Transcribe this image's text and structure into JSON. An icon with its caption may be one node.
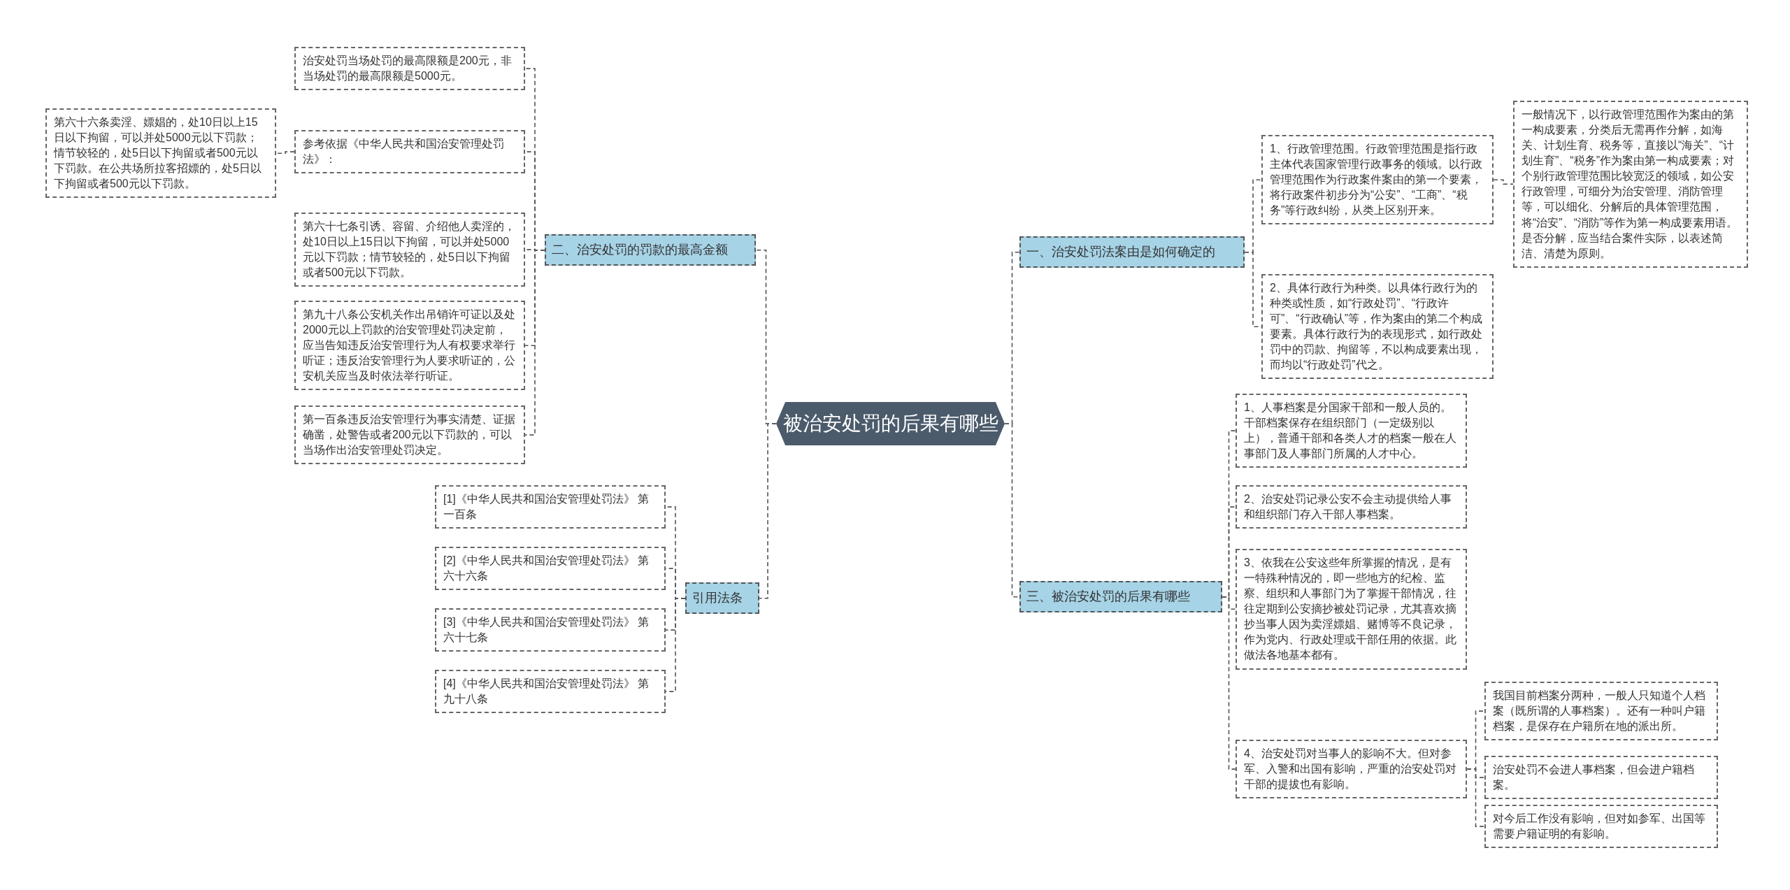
{
  "diagram": {
    "nodes": [
      {
        "text": [
          "被治安处罚的后果有哪些"
        ]
      },
      {
        "text": [
          "一、治安处罚法案由是如何确定的"
        ]
      },
      {
        "text": [
          "1、行政管理范围。行政管理范围是指行政主体代表国家管理行政事务的领域。以行政管理范围作为行政案件案由的第一个要素，将行政案件初步分为“公安”、“工商”、“税务”等行政纠纷，从类上区别开来。"
        ]
      },
      {
        "text": [
          "一般情况下，以行政管理范围作为案由的第一构成要素，分类后无需再作分解，如海关、计划生育、税务等，直接以“海关”、“计划生育”、“税务”作为案由第一构成要素；对个别行政管理范围比较宽泛的领域，如公安行政管理，可细分为治安管理、消防管理等，可以细化、分解后的具体管理范围，将“治安”、“消防”等作为第一构成要素用语。是否分解，应当结合案件实际，以表述简洁、清楚为原则。"
        ]
      },
      {
        "text": [
          "2、具体行政行为种类。以具体行政行为的种类或性质，如“行政处罚”、“行政许可”、“行政确认”等，作为案由的第二个构成要素。具体行政行为的表现形式，如行政处罚中的罚款、拘留等，不以构成要素出现，而均以“行政处罚”代之。"
        ]
      },
      {
        "text": [
          "三、被治安处罚的后果有哪些"
        ]
      },
      {
        "text": [
          "1、人事档案是分国家干部和一般人员的。干部档案保存在组织部门（一定级别以上），普通干部和各类人才的档案一般在人事部门及人事部门所属的人才中心。"
        ]
      },
      {
        "text": [
          "2、治安处罚记录公安不会主动提供给人事和组织部门存入干部人事档案。"
        ]
      },
      {
        "text": [
          "3、依我在公安这些年所掌握的情况，是有一特殊种情况的，即一些地方的纪检、监察、组织和人事部门为了掌握干部情况，往往定期到公安摘抄被处罚记录，尤其喜欢摘抄当事人因为卖淫嫖娼、赌博等不良记录，作为党内、行政处理或干部任用的依据。此做法各地基本都有。"
        ]
      },
      {
        "text": [
          "4、治安处罚对当事人的影响不大。但对参军、入警和出国有影响，严重的治安处罚对干部的提拔也有影响。"
        ]
      },
      {
        "text": [
          "我国目前档案分两种，一般人只知道个人档案（既所谓的人事档案）。还有一种叫户籍档案，是保存在户籍所在地的派出所。"
        ]
      },
      {
        "text": [
          "治安处罚不会进人事档案，但会进户籍档案。"
        ]
      },
      {
        "text": [
          "对今后工作没有影响，但对如参军、出国等需要户籍证明的有影响。"
        ]
      },
      {
        "text": [
          "二、治安处罚的罚款的最高金额"
        ]
      },
      {
        "text": [
          "治安处罚当场处罚的最高限额是200元，非当场处罚的最高限额是5000元。"
        ]
      },
      {
        "text": [
          "参考依据《中华人民共和国治安管理处罚法》："
        ]
      },
      {
        "text": [
          "第六十六条卖淫、嫖娼的，处10日以上15日以下拘留，可以并处5000元以下罚款；情节较轻的，处5日以下拘留或者500元以下罚款。在公共场所拉客招嫖的，处5日以下拘留或者500元以下罚款。"
        ]
      },
      {
        "text": [
          "第六十七条引诱、容留、介绍他人卖淫的，处10日以上15日以下拘留，可以并处5000元以下罚款；情节较轻的，处5日以下拘留或者500元以下罚款。"
        ]
      },
      {
        "text": [
          "第九十八条公安机关作出吊销许可证以及处2000元以上罚款的治安管理处罚决定前，应当告知违反治安管理行为人有权要求举行听证；违反治安管理行为人要求听证的，公安机关应当及时依法举行听证。"
        ]
      },
      {
        "text": [
          "第一百条违反治安管理行为事实清楚、证据确凿，处警告或者200元以下罚款的，可以当场作出治安管理处罚决定。"
        ]
      },
      {
        "text": [
          "引用法条"
        ]
      },
      {
        "text": [
          "[1]《中华人民共和国治安管理处罚法》 第一百条"
        ]
      },
      {
        "text": [
          "[2]《中华人民共和国治安管理处罚法》 第六十六条"
        ]
      },
      {
        "text": [
          "[3]《中华人民共和国治安管理处罚法》 第六十七条"
        ]
      },
      {
        "text": [
          "[4]《中华人民共和国治安管理处罚法》 第九十八条"
        ]
      }
    ],
    "edges": [
      {
        "from": 0,
        "to": 1,
        "arrow": "none"
      },
      {
        "from": 1,
        "to": 2,
        "arrow": "none"
      },
      {
        "from": 2,
        "to": 3,
        "arrow": "none"
      },
      {
        "from": 1,
        "to": 4,
        "arrow": "none"
      },
      {
        "from": 0,
        "to": 5,
        "arrow": "none"
      },
      {
        "from": 5,
        "to": 6,
        "arrow": "none"
      },
      {
        "from": 5,
        "to": 7,
        "arrow": "none"
      },
      {
        "from": 5,
        "to": 8,
        "arrow": "none"
      },
      {
        "from": 5,
        "to": 9,
        "arrow": "none"
      },
      {
        "from": 9,
        "to": 10,
        "arrow": "none"
      },
      {
        "from": 9,
        "to": 11,
        "arrow": "none"
      },
      {
        "from": 9,
        "to": 12,
        "arrow": "none"
      },
      {
        "from": 0,
        "to": 13,
        "arrow": "none"
      },
      {
        "from": 13,
        "to": 14,
        "arrow": "none"
      },
      {
        "from": 13,
        "to": 15,
        "arrow": "none"
      },
      {
        "from": 15,
        "to": 16,
        "arrow": "none"
      },
      {
        "from": 13,
        "to": 17,
        "arrow": "none"
      },
      {
        "from": 13,
        "to": 18,
        "arrow": "none"
      },
      {
        "from": 13,
        "to": 19,
        "arrow": "none"
      },
      {
        "from": 0,
        "to": 20,
        "arrow": "none"
      },
      {
        "from": 20,
        "to": 21,
        "arrow": "none"
      },
      {
        "from": 20,
        "to": 22,
        "arrow": "none"
      },
      {
        "from": 20,
        "to": 23,
        "arrow": "none"
      },
      {
        "from": 20,
        "to": 24,
        "arrow": "none"
      }
    ]
  }
}
